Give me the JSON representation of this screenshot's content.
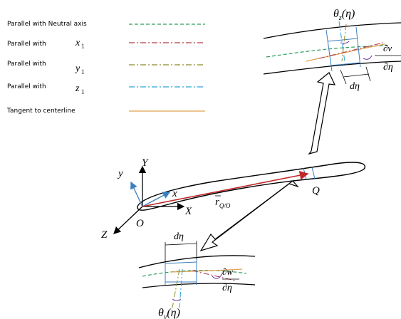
{
  "legend": [
    {
      "label": "Parallel with Neutral axis",
      "symbol": "",
      "sub": "",
      "color": "#2e9e5b",
      "dash": "5,3"
    },
    {
      "label": "Parallel with",
      "symbol": "x",
      "sub": "1",
      "color": "#b03a48",
      "dash": "8,3,2,3"
    },
    {
      "label": "Parallel with",
      "symbol": "y",
      "sub": "1",
      "color": "#8a8a2a",
      "dash": "8,3,2,3"
    },
    {
      "label": "Parallel with",
      "symbol": "z",
      "sub": "1",
      "color": "#2aa3d6",
      "dash": "8,3,2,3"
    },
    {
      "label": "Tangent to centerline",
      "symbol": "",
      "sub": "",
      "color": "#e0a050",
      "dash": ""
    }
  ],
  "labels": {
    "origin": "O",
    "point_q": "Q",
    "axis_x": "X",
    "axis_y": "Y",
    "axis_z": "Z",
    "local_x": "x",
    "local_y": "y",
    "r_main": "r",
    "r_sub": "Q/O",
    "d_eta_top": "dη",
    "d_eta_bottom": "dη",
    "theta_z_base": "θ",
    "theta_z_sub": "z",
    "theta_z_arg": "(η)",
    "theta_y_base": "θ",
    "theta_y_sub": "y",
    "theta_y_arg": "(η)",
    "dv_num": "∂v",
    "dv_den": "∂η",
    "dw_num": "∂w",
    "dw_den": "∂η"
  },
  "colors": {
    "red_vector": "#c0282a",
    "blue_axes": "#3a7fc1",
    "black": "#000000"
  }
}
